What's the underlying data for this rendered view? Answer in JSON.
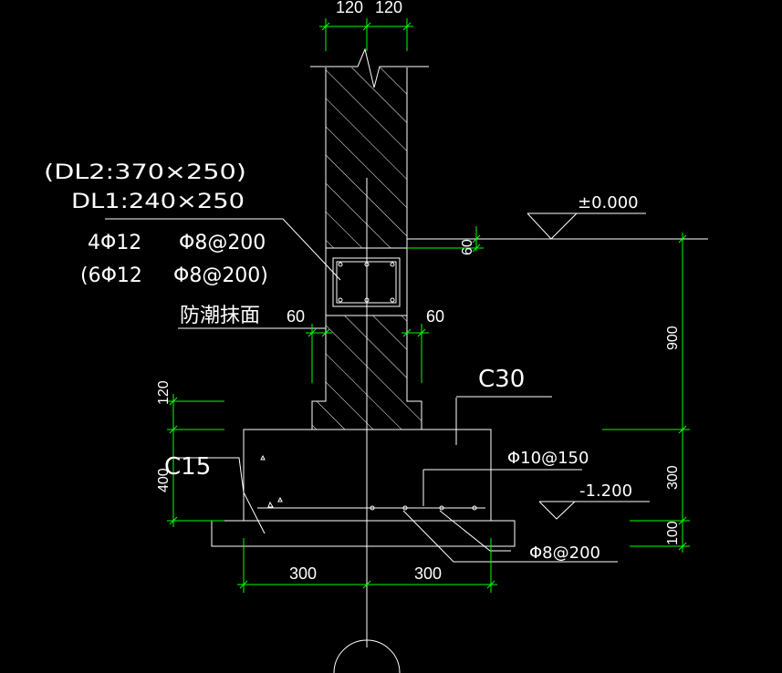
{
  "colors": {
    "background": "#000000",
    "linework": "#ffffff",
    "dimension": "#00ff00"
  },
  "beam": {
    "dl2": "(DL2:370×250)",
    "dl1": "DL1:240×250",
    "rebar_dl1": "4Φ12",
    "stirrup_dl1": "Φ8@200",
    "rebar_dl2": "(6Φ12",
    "stirrup_dl2": "Φ8@200)"
  },
  "notes": {
    "dpc": "防潮抹面",
    "concrete_grade": "C30",
    "cushion_grade": "C15",
    "top_rebar": "Φ10@150",
    "bottom_rebar": "Φ8@200"
  },
  "elevations": {
    "floor": "±0.000",
    "bottom": "-1.200"
  },
  "dimensions": {
    "top_left": "120",
    "top_right": "120",
    "dpc_depth": "60",
    "offset_left": "60",
    "offset_right": "60",
    "step_height": "120",
    "base_height": "400",
    "wall_height": "900",
    "footing_height": "300",
    "cushion_height": "100",
    "width_left": "300",
    "width_right": "300"
  }
}
